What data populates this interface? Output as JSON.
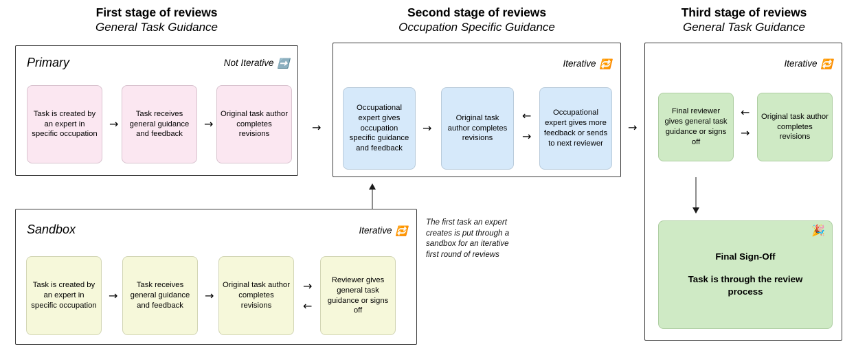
{
  "diagram": {
    "title_visible": false,
    "stages": [
      {
        "id": "stage-1",
        "title": "First stage of reviews",
        "subtitle": "General Task Guidance"
      },
      {
        "id": "stage-2",
        "title": "Second stage of reviews",
        "subtitle": "Occupation Specific Guidance"
      },
      {
        "id": "stage-3",
        "title": "Third stage of reviews",
        "subtitle": "General Task Guidance"
      }
    ],
    "containers": {
      "primary": {
        "label": "Primary",
        "badge_label": "Not Iterative",
        "badge_icon": "➡️",
        "badge_icon_name": "right-arrow-emoji",
        "nodes": [
          "Task is created by an expert in specific occupation",
          "Task receives general guidance and feedback",
          "Original task author completes revisions"
        ]
      },
      "sandbox": {
        "label": "Sandbox",
        "badge_label": "Iterative",
        "badge_icon": "🔁",
        "badge_icon_name": "repeat-emoji",
        "nodes": [
          "Task is created by an expert in specific occupation",
          "Task receives general guidance and feedback",
          "Original task author completes revisions",
          "Reviewer gives general task guidance or signs off"
        ]
      },
      "second_stage": {
        "label": "",
        "badge_label": "Iterative",
        "badge_icon": "🔁",
        "badge_icon_name": "repeat-emoji",
        "nodes": [
          "Occupational expert gives occupation specific guidance and feedback",
          "Original task author completes revisions",
          "Occupational expert gives more feedback or sends to next reviewer"
        ]
      },
      "third_stage": {
        "label": "",
        "badge_label": "Iterative",
        "badge_icon": "🔁",
        "badge_icon_name": "repeat-emoji",
        "nodes": [
          "Final reviewer gives general task guidance or signs off",
          "Original task author completes revisions"
        ],
        "final": {
          "line1": "Final Sign-Off",
          "line2": "Task is through the review process",
          "icon": "🎉",
          "icon_name": "party-popper-emoji"
        }
      }
    },
    "annotations": {
      "sandbox_note": "The first task an expert creates is put through a sandbox for an iterative first round of reviews"
    },
    "arrow_glyphs": {
      "right": "→",
      "left": "←"
    },
    "colors": {
      "pink": "#fbe7f1",
      "blue": "#d6e9fa",
      "yellow": "#f6f8da",
      "green": "#cfeac5",
      "border": "#3a3a3a"
    }
  }
}
